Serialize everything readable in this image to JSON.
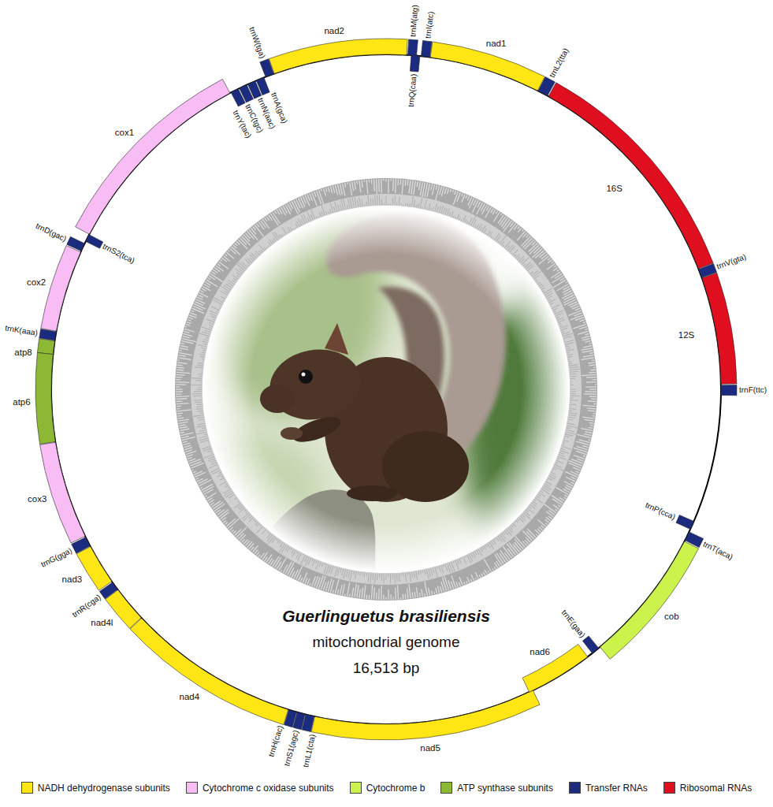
{
  "diagram": {
    "title": "Guerlinguetus brasiliensis",
    "labels": [
      "trnF(ttc)",
      "12S",
      "trnV(gta)",
      "16S",
      "trnL2(tta)",
      "nad1",
      "trnI(atc)",
      "trnQ(caa)",
      "trnM(atg)",
      "nad2",
      "trnW(tga)",
      "trnA(gca)",
      "trnN(aac)",
      "trnC(tgc)",
      "trnY(tac)",
      "cox1",
      "trnS2(tca)",
      "trnD(gac)",
      "cox2",
      "trnK(aaa)",
      "atp8",
      "atp6",
      "cox3",
      "trnG(gga)",
      "nad3",
      "trnR(cga)",
      "nad4l",
      "nad4",
      "trnH(cac)",
      "trnS1(agc)",
      "trnL1(cta)",
      "nad5",
      "nad6",
      "trnE(gaa)",
      "cob",
      "trnT(aca)",
      "trnP(cca)",
      "mitochondrial genome",
      "16,513 bp"
    ],
    "legend": [
      {
        "text": "NADH dehydrogenase subunits",
        "color": "#ffe614"
      },
      {
        "text": "Cytochrome c oxidase subunits",
        "color": "#f8bdf4"
      },
      {
        "text": "Cytochrome b",
        "color": "#ccf24c"
      },
      {
        "text": "ATP synthase subunits",
        "color": "#8db833"
      },
      {
        "text": "Transfer RNAs",
        "color": "#1b2b7f"
      },
      {
        "text": "Ribosomal RNAs",
        "color": "#df0f1f"
      }
    ]
  }
}
